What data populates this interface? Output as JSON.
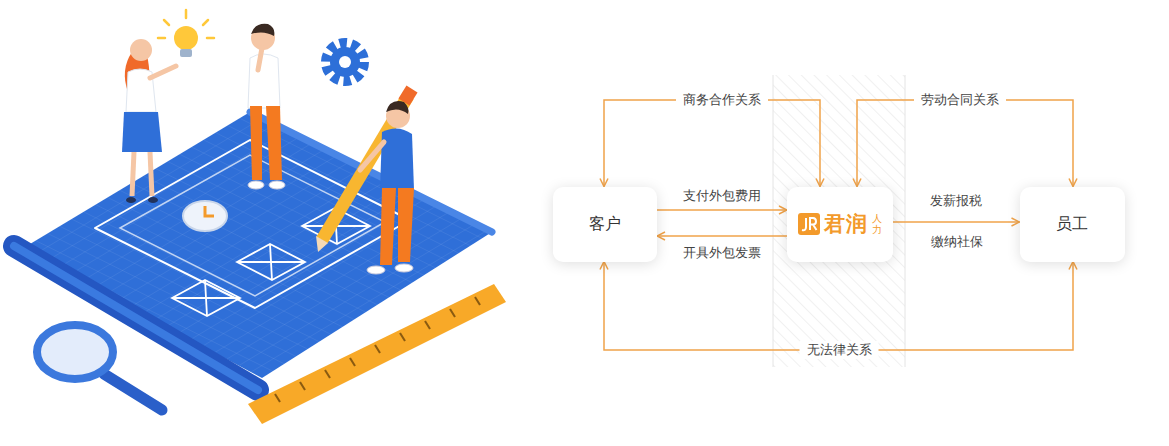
{
  "diagram": {
    "nodes": [
      {
        "text": [
          "客户"
        ]
      },
      {
        "text": [
          "君润",
          "人力"
        ]
      },
      {
        "text": [
          "员工"
        ]
      }
    ],
    "edges": [
      {
        "from": 0,
        "to": 1,
        "arrow": "both",
        "label": "商务合作关系"
      },
      {
        "from": 1,
        "to": 2,
        "arrow": "both",
        "label": "劳动合同关系"
      },
      {
        "from": 0,
        "to": 2,
        "arrow": "both",
        "label": "无法律关系"
      },
      {
        "from": 0,
        "to": 1,
        "arrow": "to",
        "label": "支付外包费用"
      },
      {
        "from": 1,
        "to": 0,
        "arrow": "to",
        "label": "开具外包发票"
      },
      {
        "from": 1,
        "to": 2,
        "arrow": "to",
        "label": "发薪报税"
      }
    ],
    "labels": [
      "缴纳社保"
    ]
  }
}
